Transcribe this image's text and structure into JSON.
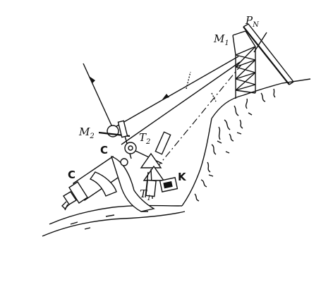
{
  "labels": {
    "pn_main": "P",
    "pn_sub": "N",
    "m1_main": "M",
    "m1_sub": "1",
    "m2_main": "M",
    "m2_sub": "2",
    "t2_main": "T",
    "t2_sub": "2",
    "t1_main": "T",
    "t1_sub": "1",
    "c_upper": "C",
    "c_lower": "C",
    "k": "K"
  }
}
